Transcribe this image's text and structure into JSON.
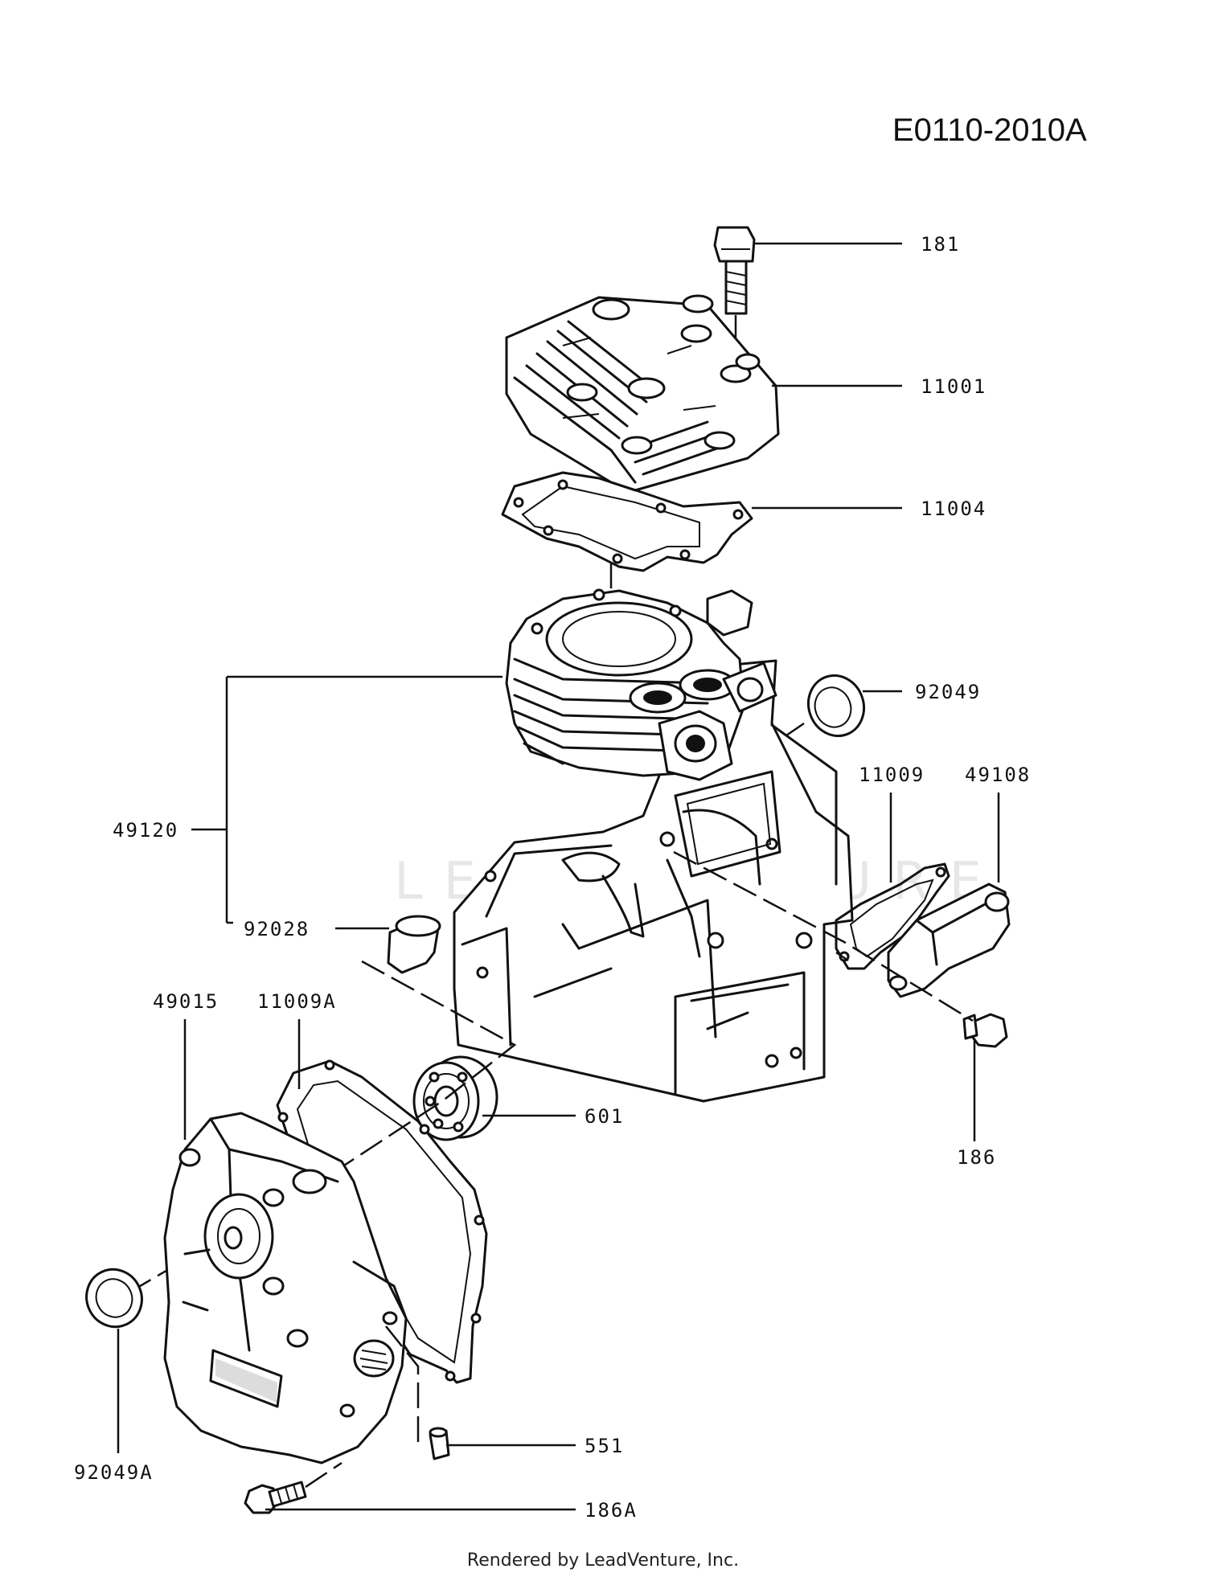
{
  "diagram_ref": "E0110-2010A",
  "watermark": "LEADVENTURE",
  "footer": "Rendered by LeadVenture, Inc.",
  "callouts": {
    "bolt_181": "181",
    "head_11001": "11001",
    "gasket_11004": "11004",
    "seal_92049": "92049",
    "block_49120": "49120",
    "gasket_11009": "11009",
    "cover_49108": "49108",
    "bushing_92028": "92028",
    "crankcase_cover_49015": "49015",
    "gasket_11009A": "11009A",
    "bearing_601": "601",
    "bolt_186": "186",
    "seal_92049A": "92049A",
    "pin_551": "551",
    "bolt_186A": "186A"
  }
}
